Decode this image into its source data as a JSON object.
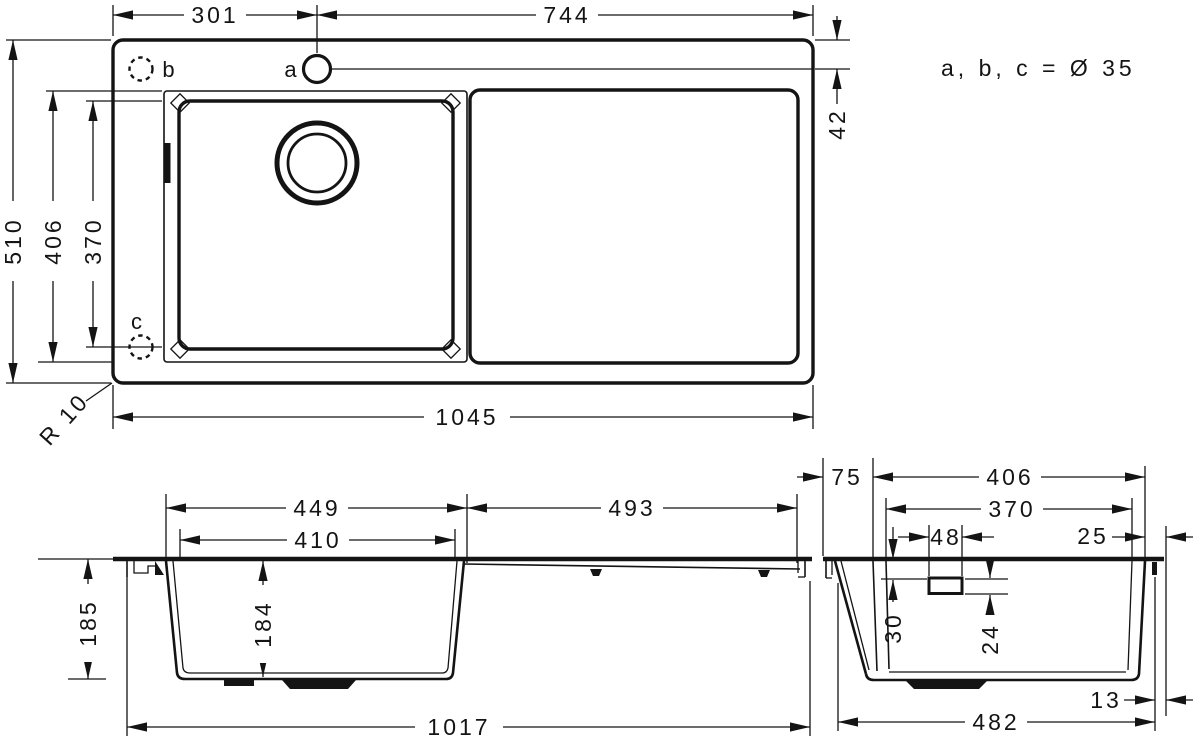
{
  "drawing": {
    "note_hole_diameter": "a, b, c = Ø 35",
    "top_view": {
      "hole_a_label": "a",
      "hole_b_label": "b",
      "hole_c_label": "c",
      "width_left_of_drain": "301",
      "width_right_of_drain": "744",
      "total_width": "1045",
      "total_depth": "510",
      "bowl_outer_depth": "406",
      "bowl_inner_depth": "370",
      "hole_edge_offset": "42",
      "corner_radius": "R 10"
    },
    "front_view": {
      "bowl_outer_width": "449",
      "bowl_inner_width": "410",
      "drainboard_width": "493",
      "total_height": "185",
      "bowl_depth": "184",
      "underside_width": "1017"
    },
    "side_view": {
      "front_ledge": "75",
      "bowl_outer_depth": "406",
      "bowl_inner_depth": "370",
      "overflow_width": "48",
      "rear_ledge": "25",
      "overflow_top_offset": "30",
      "overflow_height": "24",
      "underside_depth": "482",
      "rear_overhang": "13"
    }
  }
}
